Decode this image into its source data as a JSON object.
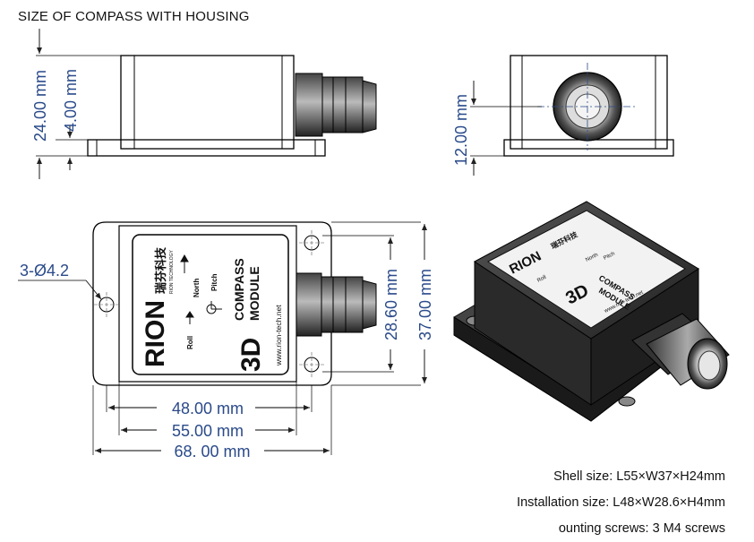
{
  "title": "SIZE OF COMPASS WITH HOUSING",
  "side_view": {
    "height_total": "24.00 mm",
    "height_flange": "4.00 mm"
  },
  "end_view": {
    "connector_height": "12.00 mm"
  },
  "top_view": {
    "hole_spec": "3-Ø4.2",
    "width_outer": "37.00 mm",
    "width_holes": "28.60 mm",
    "length_holes": "48.00 mm",
    "length_shell": "55.00 mm",
    "length_total": "68. 00 mm"
  },
  "label": {
    "brand": "RION",
    "brand_cn": "瑞芬科技",
    "brand_sub": "RION TECHNOLOGY",
    "product_big": "3D",
    "product_line1": "COMPASS",
    "product_line2": "MODULE",
    "url": "www.rion-tech.net",
    "axis_north": "North",
    "axis_pitch": "Pitch",
    "axis_roll": "Roll"
  },
  "specs": {
    "shell": "Shell size: L55×W37×H24mm",
    "install": "Installation size: L48×W28.6×H4mm",
    "screws": "ounting screws: 3 M4 screws"
  }
}
